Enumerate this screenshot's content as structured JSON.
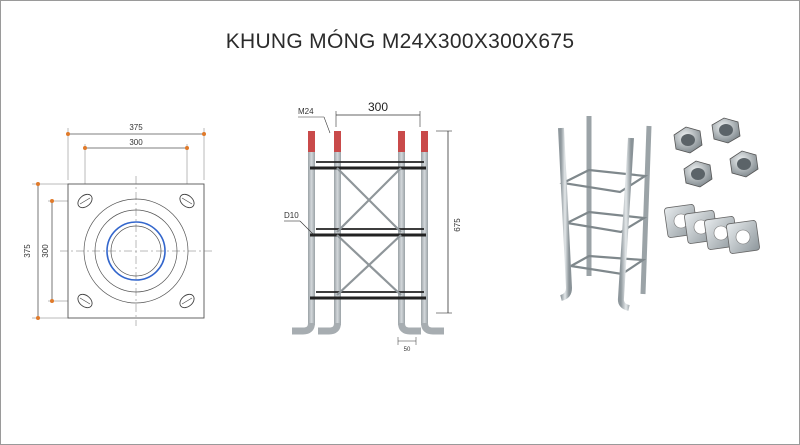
{
  "title": "KHUNG MÓNG M24X300X300X675",
  "plan_view": {
    "dim_outer_top": "375",
    "dim_inner_top": "300",
    "dim_outer_left": "375",
    "dim_inner_left": "300"
  },
  "elevation_view": {
    "bolt_label": "M24",
    "bar_label": "D10",
    "dim_spacing": "300",
    "dim_height": "675",
    "dim_hook": "50"
  },
  "colors": {
    "line": "#555555",
    "dim_marker": "#e07a2a",
    "thread_red": "#c94a4a",
    "steel": "#b8bec2",
    "ring": "#3366cc"
  }
}
